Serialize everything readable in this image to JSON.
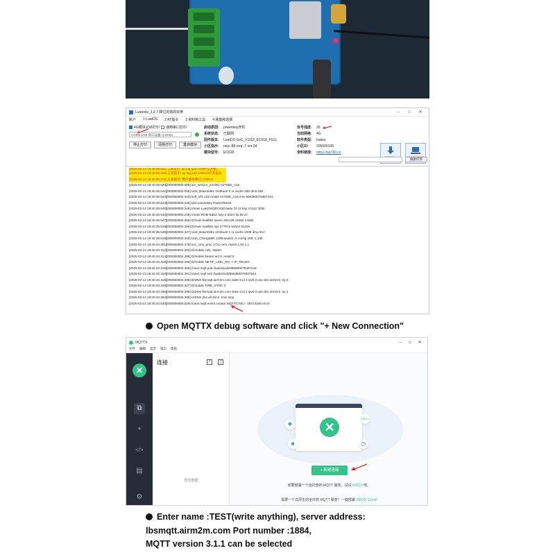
{
  "luatools": {
    "title": "Luatools_3.0.7 降它的效的实参",
    "menu": [
      "账户",
      "1 LuatOS",
      "2 AT指令",
      "3 资料和工具",
      "4 我能和选择"
    ],
    "usb_checkbox": "4G模块USB打印",
    "serial_checkbox": "通用串口打印",
    "port_select": "COM5 USB 串口设备 (COM5)",
    "buttons": {
      "stop": "停止打印",
      "clear": "清除打印",
      "restart": "重启模块"
    },
    "info_left": [
      {
        "k": "启动原因:",
        "v": "powerkey开机"
      },
      {
        "k": "系统状态:",
        "v": "已联网"
      },
      {
        "k": "固件版本:",
        "v": "LuatOS-SoC_V1112_EC618_FULL"
      },
      {
        "k": "小区指示:",
        "v": "rsrp:-88 rsrq:-7 snr:34"
      },
      {
        "k": "模块型号:",
        "v": "EC618"
      }
    ],
    "info_right": [
      {
        "k": "信号强度:",
        "v": "26"
      },
      {
        "k": "当前网络:",
        "v": "4G"
      },
      {
        "k": "软件类型:",
        "v": "luatos"
      },
      {
        "k": "小区ID:",
        "v": "205590105"
      },
      {
        "k": "资料链接:",
        "v": "https://air780.cn"
      }
    ],
    "big_buttons": {
      "download": "下载固件",
      "project": "项目管理测试"
    },
    "search_button": "搜索打印",
    "log_lines": [
      "[2025-02-13 19:40:09.5xx] 工具提示: ap log port COM7已开始...",
      "[2025-02-13 19:40:09.469] 工具提示: ap log port COM10打开成功",
      "[2025-02-13 19:40:09.471] 工具提示: 用户虚拟串口 COM13",
      "[2025-02-13 19:40:39.539][000000000.009] am_service_init 851:Air780E_A16",
      "[2025-02-13 19:40:39.542][000000000.026] Uart_BaseInitEx 1048uart 0 rx cache 256 dma 256",
      "[2025-02-13 19:40:39.543][000000000.243] self_info 122:model Air780E_A16 imei 866380079307244",
      "[2025-02-13 19:40:39.544][000000000.245] I/pm powerkey Power/Reset",
      "[2025-02-13 19:40:39.545][000000000.245] I/main LuatOS@EC618 base 23.11 bsp V1112 32bit",
      "[2025-02-13 19:40:39.546][000000000.245] I/main ROM Build: Sep  3 2024 15:55:27",
      "[2025-02-13 19:40:39.547][000000000.255] D/main loadlibs luavm 262136 14260 14392",
      "[2025-02-13 19:40:39.548][000000000.255] D/main loadlibs sys   277872 54024 81264",
      "[2025-02-13 19:40:39.548][000000000.327] Uart_BaseInitEx 1048uart 1 rx cache 2048 dma 512",
      "[2025-02-13 19:40:39.549][000000000.328] Uart_ChangeBR 1338:Iquart1 rx config 109,-1,108",
      "[2025-02-13 19:40:43.301][000000004.276] soc_cms_proc 1721:cenc report 1,50,1,1",
      "[2025-02-13 19:40:43.312][000000004.283] D/mobile cid1, state0",
      "[2025-02-13 19:40:43.314][000000004.285] D/mobile bearer act 0, result 0",
      "[2025-02-13 19:40:43.316][000000004.286] D/mobile NETIF_LINK_ON -> IP_READY",
      "[2025-02-13 19:40:43.318][000000004.289] I/user.mqtt      pub      /luatos/pub/866380079307244",
      "[2025-02-13 19:40:43.318][000000004.291] I/user.mqtt      sub      /luatos/sub/866380079307244",
      "[2025-02-13 19:40:43.319][000000004.299] D/DNS lbsmqtt.airm2m.com state 0 id 1 ipv6 0 use dns server2, try 0",
      "[2025-02-13 19:40:43.345][000000004.327] D/mobile TIME_SYNC 0",
      "[2025-02-13 19:40:44.306][000000005.298] D/DNS lbsmqtt.airm2m.com state 0 id 1 ipv6 0 use dns server2, try 1",
      "[2025-02-13 19:40:44.384][000000005.368] U/DNS dns all done ,now stop",
      "[2025-02-13 19:40:44.540][000000005.529] I/user.mqtt      event      conack  MQTTCTRL*: 00473348   nil      nil"
    ]
  },
  "step1": "Open MQTTX debug software and click \"+ New Connection\"",
  "mqttx": {
    "title": "MQTTX",
    "menu": [
      "文件",
      "编辑",
      "显示",
      "窗口",
      "帮助"
    ],
    "conn_header": "连接",
    "empty_text": "暂无数据",
    "new_button": "+ 新建连接",
    "tip1_a": "想要部署一个自托管的 MQTT 服务，试试",
    "tip1_b": "EMQX",
    "tip1_c": "吧。",
    "tip2_a": "需要一个云原生的全托管 MQTT 服务？一键部署",
    "tip2_b": "EMQX Cloud!",
    "brand_color": "#34c388"
  },
  "step2": {
    "line1": "Enter name :TEST(write anything), server address:",
    "line2": "lbsmqtt.airm2m.com Port number :1884,",
    "line3": "MQTT version 3.1.1 can be selected"
  }
}
